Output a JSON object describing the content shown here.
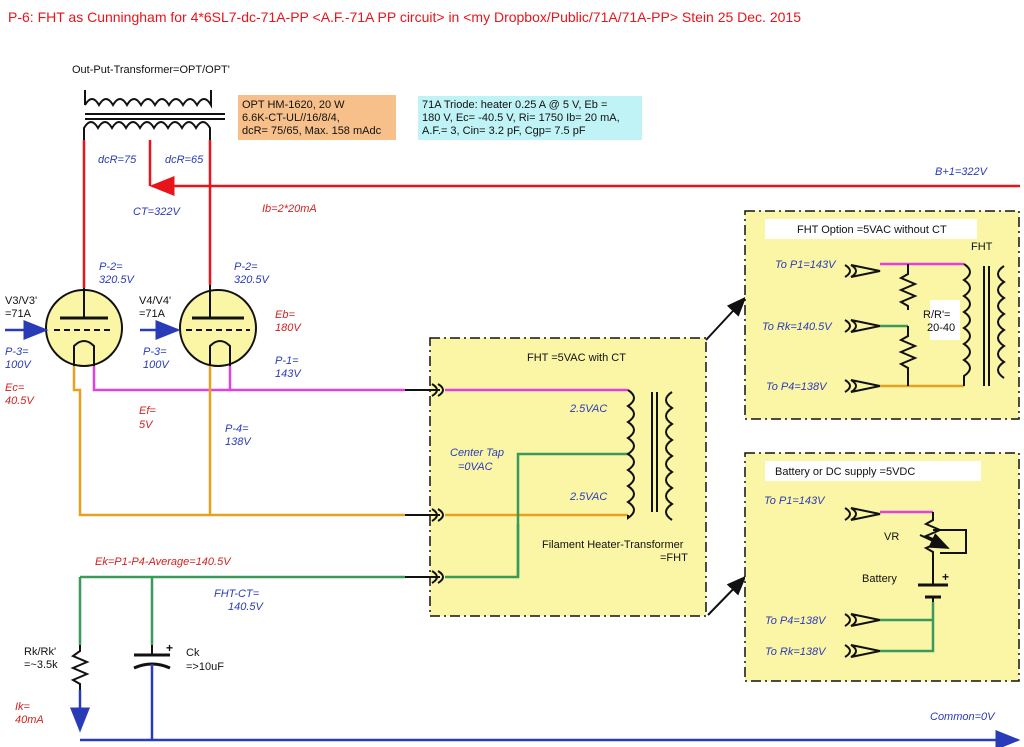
{
  "title": "P-6: FHT as Cunningham for 4*6SL7-dc-71A-PP <A.F.-71A PP circuit> in <my Dropbox/Public/71A/71A-PP>    Stein 25 Dec. 2015",
  "colors": {
    "red": "#e8141b",
    "blue": "#2a3bb8",
    "magenta": "#e040e0",
    "orange": "#e8a020",
    "green": "#3a9a5a",
    "yellow": "#fbf6a6",
    "tube": "#fbf6a6",
    "opt_note": "#f7c08a",
    "tube_note": "#bff3f5"
  },
  "opt": {
    "label": "Out-Put-Transformer=OPT/OPT'",
    "note": [
      "OPT HM-1620, 20 W",
      "6.6K-CT-UL//16/8/4,",
      "dcR= 75/65, Max. 158 mAdc"
    ],
    "dcr_left": "dcR=75",
    "dcr_right": "dcR=65",
    "ct": "CT=322V",
    "ib": "Ib=2*20mA"
  },
  "tube_note": [
    "71A Triode: heater 0.25 A @ 5 V, Eb =",
    "180 V, Ec= -40.5 V, Ri= 1750 Ib= 20 mA,",
    "A.F.= 3, Cin= 3.2 pF,  Cgp= 7.5 pF"
  ],
  "supply": "B+1=322V",
  "tube1": {
    "name": [
      "V3/V3'",
      "=71A"
    ],
    "p2": [
      "P-2=",
      "320.5V"
    ],
    "p3": [
      "P-3=",
      "100V"
    ],
    "ec": [
      "Ec=",
      "40.5V"
    ]
  },
  "tube2": {
    "name": [
      "V4/V4'",
      "=71A"
    ],
    "p2": [
      "P-2=",
      "320.5V"
    ],
    "p3": [
      "P-3=",
      "100V"
    ],
    "eb": [
      "Eb=",
      "180V"
    ],
    "p1": [
      "P-1=",
      "143V"
    ],
    "p4": [
      "P-4=",
      "138V"
    ]
  },
  "ef": [
    "Ef=",
    "5V"
  ],
  "fht_main": {
    "title": "FHT =5VAC with CT",
    "upper": "2.5VAC",
    "lower": "2.5VAC",
    "center": [
      "Center Tap",
      "=0VAC"
    ],
    "caption": [
      "Filament Heater-Transformer",
      "=FHT"
    ]
  },
  "ek": "Ek=P1-P4-Average=140.5V",
  "fht_ct": [
    "FHT-CT=",
    "140.5V"
  ],
  "rk": {
    "label": [
      "Rk/Rk'",
      "=~3.5k"
    ]
  },
  "ck": {
    "label": [
      "Ck",
      "=>10uF"
    ]
  },
  "ik": [
    "Ik=",
    "40mA"
  ],
  "common": "Common=0V",
  "option1": {
    "title": "FHT Option  =5VAC without CT",
    "fht": "FHT",
    "to_p1": "To P1=143V",
    "to_rk": "To Rk=140.5V",
    "to_p4": "To P4=138V",
    "rr": [
      "R/R'=",
      "20-40"
    ]
  },
  "option2": {
    "title": "Battery or DC supply  =5VDC",
    "to_p1": "To P1=143V",
    "vr": "VR",
    "battery": "Battery",
    "to_p4": "To P4=138V",
    "to_rk": "To Rk=138V"
  }
}
